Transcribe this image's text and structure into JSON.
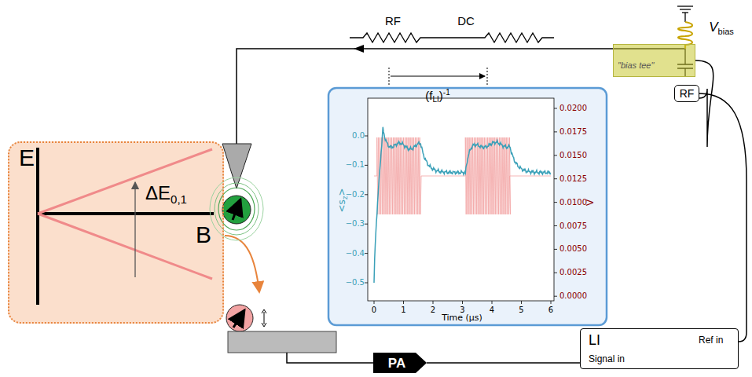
{
  "diagram": {
    "nodes": [
      {
        "text": [
          "E",
          "B",
          "ΔE",
          "0,1"
        ]
      },
      {
        "text": [
          "\"bias tee\""
        ]
      },
      {
        "text": [
          "RF"
        ]
      },
      {
        "text": [
          "LI",
          "Ref in",
          "Signal in"
        ]
      },
      {
        "text": [
          "PA"
        ]
      }
    ],
    "edges": [
      {
        "from": 1,
        "to": 2,
        "arrow": "none"
      },
      {
        "from": 2,
        "to": 3,
        "arrow": "none"
      },
      {
        "from": 4,
        "to": 3,
        "arrow": "none"
      }
    ],
    "labels": [
      "RF",
      "DC",
      "(f",
      "LI",
      ")",
      "-1",
      "V",
      "bias",
      "0.0",
      "−0.1",
      "−0.2",
      "−0.3",
      "−0.4",
      "−0.5",
      "0.0200",
      "0.0175",
      "0.0150",
      "0.0125",
      "0.0100",
      "0.0075",
      "0.0050",
      "0.0025",
      "0.0000",
      "0",
      "1",
      "2",
      "3",
      "4",
      "5",
      "6",
      "Time (μs)",
      "<s",
      "z",
      ">",
      "V"
    ]
  }
}
